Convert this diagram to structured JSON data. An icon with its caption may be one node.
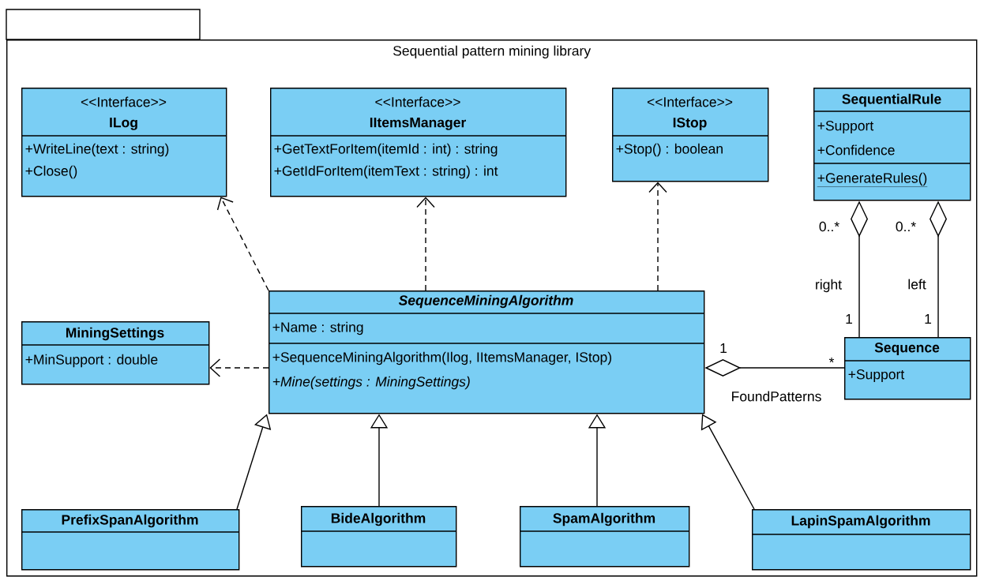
{
  "diagram": {
    "nodes": [
      {
        "text": [
          "Sequential pattern mining library"
        ]
      },
      {
        "text": [
          "<<Interface>>",
          "ILog",
          "+WriteLine(text : string)",
          "+Close()"
        ],
        "in": 0
      },
      {
        "text": [
          "<<Interface>>",
          "IItemsManager",
          "+GetTextForItem(itemId : int) : string",
          "+GetIdForItem(itemText : string) : int"
        ],
        "in": 0
      },
      {
        "text": [
          "<<Interface>>",
          "IStop",
          "+Stop() : boolean"
        ],
        "in": 0
      },
      {
        "text": [
          "SequentialRule",
          "+Support",
          "+Confidence",
          "+GenerateRules()"
        ],
        "in": 0
      },
      {
        "text": [
          "MiningSettings",
          "+MinSupport : double"
        ],
        "in": 0
      },
      {
        "text": [
          "SequenceMiningAlgorithm",
          "+Name : string",
          "+SequenceMiningAlgorithm(Ilog, IItemsManager, IStop)",
          "+Mine(settings : MiningSettings)"
        ],
        "in": 0
      },
      {
        "text": [
          "Sequence",
          "+Support"
        ],
        "in": 0
      },
      {
        "text": [
          "PrefixSpanAlgorithm"
        ],
        "in": 0
      },
      {
        "text": [
          "BideAlgorithm"
        ],
        "in": 0
      },
      {
        "text": [
          "SpamAlgorithm"
        ],
        "in": 0
      },
      {
        "text": [
          "LapinSpamAlgorithm"
        ],
        "in": 0
      }
    ],
    "edges": [
      {
        "from": 6,
        "to": 1,
        "arrow": "to",
        "style": "dashed"
      },
      {
        "from": 6,
        "to": 2,
        "arrow": "to",
        "style": "dashed"
      },
      {
        "from": 6,
        "to": 3,
        "arrow": "to",
        "style": "dashed"
      },
      {
        "from": 6,
        "to": 5,
        "arrow": "to",
        "style": "dashed"
      },
      {
        "from": 4,
        "to": 7,
        "arrow": "other",
        "label": "right"
      },
      {
        "from": 4,
        "to": 7,
        "arrow": "other",
        "label": "left"
      },
      {
        "from": 6,
        "to": 7,
        "arrow": "other",
        "label": "FoundPatterns"
      },
      {
        "from": 8,
        "to": 6,
        "arrow": "to"
      },
      {
        "from": 9,
        "to": 6,
        "arrow": "to"
      },
      {
        "from": 10,
        "to": 6,
        "arrow": "to"
      },
      {
        "from": 11,
        "to": 6,
        "arrow": "to"
      }
    ],
    "labels": [
      "0..*",
      "0..*",
      "1",
      "1",
      "1",
      "*"
    ]
  }
}
